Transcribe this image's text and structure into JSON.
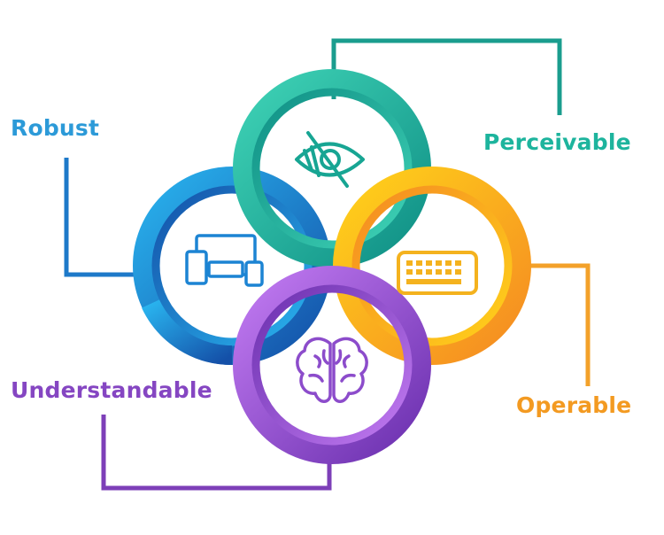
{
  "principles": [
    {
      "key": "perceivable",
      "label": "Perceivable",
      "color": "#1fb59e",
      "icon": "hidden-eye-icon"
    },
    {
      "key": "operable",
      "label": "Operable",
      "color": "#f39c1e",
      "icon": "keyboard-icon"
    },
    {
      "key": "understandable",
      "label": "Understandable",
      "color": "#8546c2",
      "icon": "brain-icon"
    },
    {
      "key": "robust",
      "label": "Robust",
      "color": "#1d8fd6",
      "icon": "devices-icon"
    }
  ]
}
